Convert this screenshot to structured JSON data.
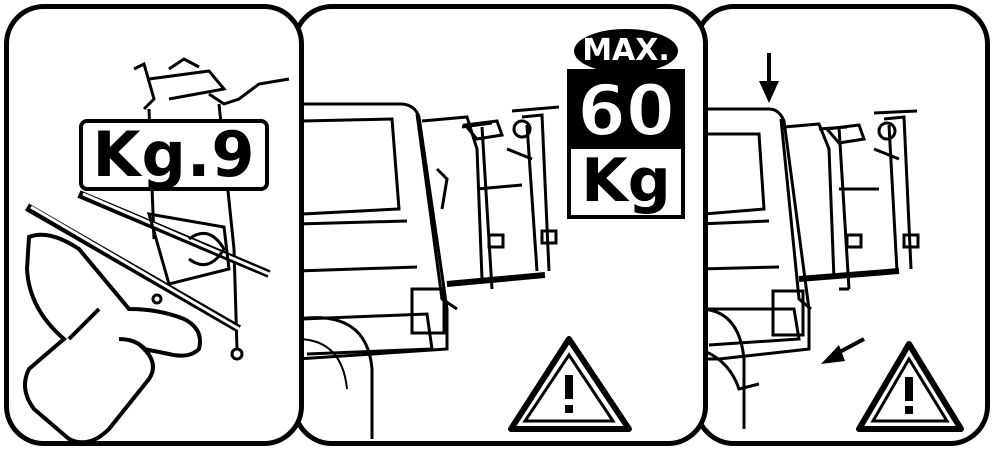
{
  "panel1": {
    "weight_label": "Kg.9"
  },
  "panel2": {
    "max_label": "MAX.",
    "max_value": "60",
    "max_unit": "Kg"
  },
  "icons": [
    "hand-holding-rack-icon",
    "bike-rack-icon",
    "car-rear-icon",
    "warning-triangle-icon",
    "down-arrow-icon",
    "diagonal-arrow-icon"
  ]
}
